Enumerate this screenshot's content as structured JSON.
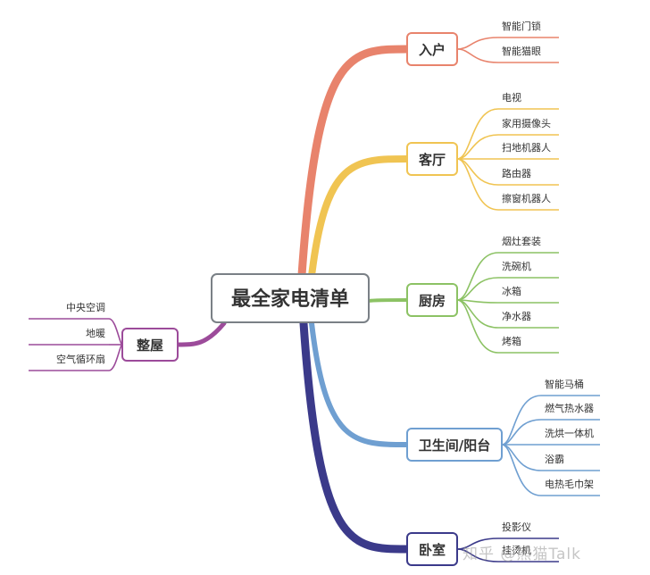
{
  "central": {
    "label": "最全家电清单"
  },
  "branches": [
    {
      "key": "entrance",
      "label": "入户",
      "color": "#e8836c",
      "items": [
        "智能门锁",
        "智能猫眼"
      ]
    },
    {
      "key": "living",
      "label": "客厅",
      "color": "#f0c452",
      "items": [
        "电视",
        "家用摄像头",
        "扫地机器人",
        "路由器",
        "擦窗机器人"
      ]
    },
    {
      "key": "kitchen",
      "label": "厨房",
      "color": "#8cc264",
      "items": [
        "烟灶套装",
        "洗碗机",
        "冰箱",
        "净水器",
        "烤箱"
      ]
    },
    {
      "key": "bathroom",
      "label": "卫生间/阳台",
      "color": "#6f9fd1",
      "items": [
        "智能马桶",
        "燃气热水器",
        "洗烘一体机",
        "浴霸",
        "电热毛巾架"
      ]
    },
    {
      "key": "bedroom",
      "label": "卧室",
      "color": "#3b3a8a",
      "items": [
        "投影仪",
        "挂烫机"
      ]
    },
    {
      "key": "wholehouse",
      "label": "整屋",
      "color": "#9c4b9a",
      "items": [
        "中央空调",
        "地暖",
        "空气循环扇"
      ]
    }
  ],
  "watermark": "知乎 @熊猫Talk"
}
